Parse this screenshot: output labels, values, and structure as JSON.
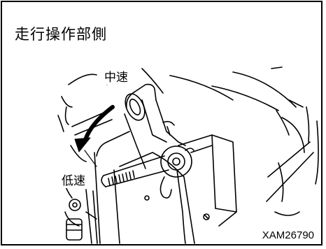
{
  "title": "走行操作部側",
  "labels": {
    "mid_speed": "中速",
    "low_speed": "低速"
  },
  "figure_code": "XAM26790",
  "colors": {
    "line": "#000000",
    "background": "#ffffff"
  }
}
